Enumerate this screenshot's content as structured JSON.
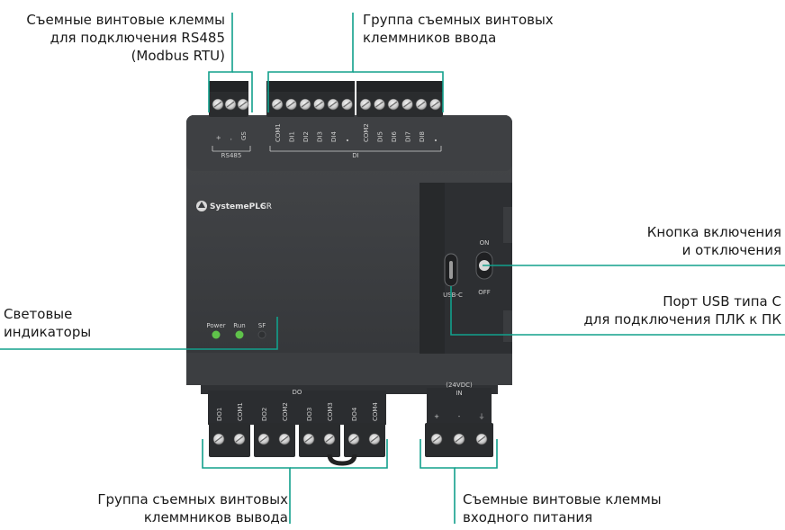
{
  "callouts": {
    "rs485": {
      "lines": [
        "Съемные винтовые клеммы",
        "для подключения RS485",
        "(Modbus RTU)"
      ]
    },
    "inputs": {
      "lines": [
        "Группа съемных винтовых",
        "клеммников ввода"
      ]
    },
    "power_button": {
      "lines": [
        "Кнопка включения",
        "и отключения"
      ]
    },
    "usb": {
      "lines": [
        "Порт USB типа С",
        "для подключения ПЛК к ПК"
      ]
    },
    "leds": {
      "lines": [
        "Световые",
        "индикаторы"
      ]
    },
    "outputs": {
      "lines": [
        "Группа съемных винтовых",
        "клеммников вывода"
      ]
    },
    "power_input": {
      "lines": [
        "Съемные винтовые клеммы",
        "входного питания"
      ]
    }
  },
  "device": {
    "brand": "SystemePLC",
    "model": "SR",
    "rs485_label": "RS485",
    "rs485_pins": [
      "+",
      "-",
      "GS"
    ],
    "di_label": "DI",
    "di_pins": [
      "COM1",
      "DI1",
      "DI2",
      "DI3",
      "DI4",
      "•",
      "COM2",
      "DI5",
      "DI6",
      "DI7",
      "DI8",
      "•"
    ],
    "do_label": "DO",
    "do_pins": [
      "DO1",
      "COM1",
      "DO2",
      "COM2",
      "DO3",
      "COM3",
      "DO4",
      "COM4"
    ],
    "power_label_top": "(24VDC)",
    "power_label": "IN",
    "power_pins": [
      "+",
      "-",
      "⏚"
    ],
    "leds": [
      "Power",
      "Run",
      "SF"
    ],
    "usb_label": "USB-C",
    "switch_on": "ON",
    "switch_off": "OFF"
  },
  "colors": {
    "leader": "#12a08c",
    "body": "#3b3d40",
    "led_green": "#5fc24a"
  }
}
